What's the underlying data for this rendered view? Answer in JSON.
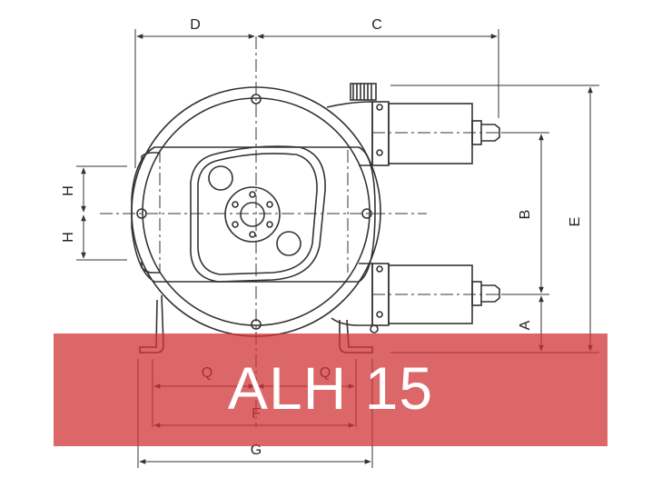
{
  "dimension_labels": {
    "D": "D",
    "C": "C",
    "H_upper": "H",
    "H_lower": "H",
    "B": "B",
    "E": "E",
    "A": "A",
    "Q_left": "Q",
    "Q_right": "Q",
    "F": "F",
    "G": "G"
  },
  "banner": {
    "title": "ALH 15",
    "color": "#d03436"
  },
  "colors": {
    "line": "#333333",
    "background": "#ffffff"
  }
}
